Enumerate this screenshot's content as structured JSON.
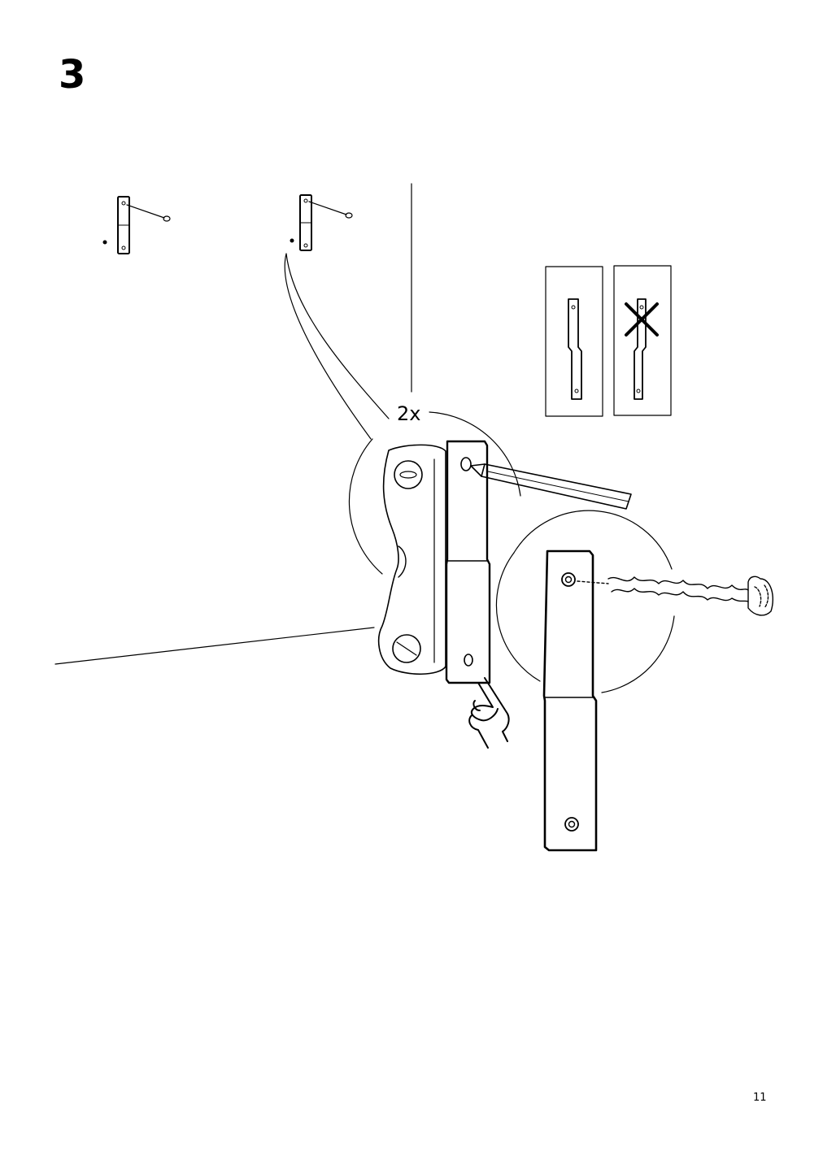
{
  "step": {
    "number": "3"
  },
  "callout": {
    "quantity": "2x"
  },
  "footer": {
    "page_number": "11"
  },
  "colors": {
    "ink": "#000000",
    "paper": "#ffffff"
  },
  "icons": [
    "bracket-icon",
    "screw-icon",
    "pencil-icon",
    "pointing-hand-icon",
    "cross-icon"
  ]
}
